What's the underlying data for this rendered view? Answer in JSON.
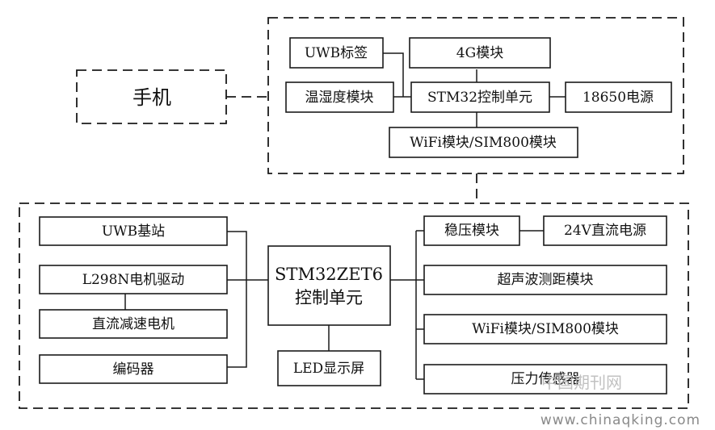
{
  "diagram": {
    "phone": "手机",
    "upper": {
      "uwb_tag": "UWB标签",
      "module_4g": "4G模块",
      "temp_humidity": "温湿度模块",
      "stm32": "STM32控制单元",
      "power_18650": "18650电源",
      "wifi_sim800": "WiFi模块/SIM800模块"
    },
    "lower": {
      "uwb_base": "UWB基站",
      "l298n": "L298N电机驱动",
      "dc_motor": "直流减速电机",
      "encoder": "编码器",
      "mcu_line1": "STM32ZET6",
      "mcu_line2": "控制单元",
      "led_screen": "LED显示屏",
      "regulator": "稳压模块",
      "power_24v": "24V直流电源",
      "ultrasonic": "超声波测距模块",
      "wifi_sim800": "WiFi模块/SIM800模块",
      "pressure": "压力传感器"
    }
  },
  "watermark": {
    "cn": "中国期刊网",
    "url": "www.chinaqking.com"
  }
}
